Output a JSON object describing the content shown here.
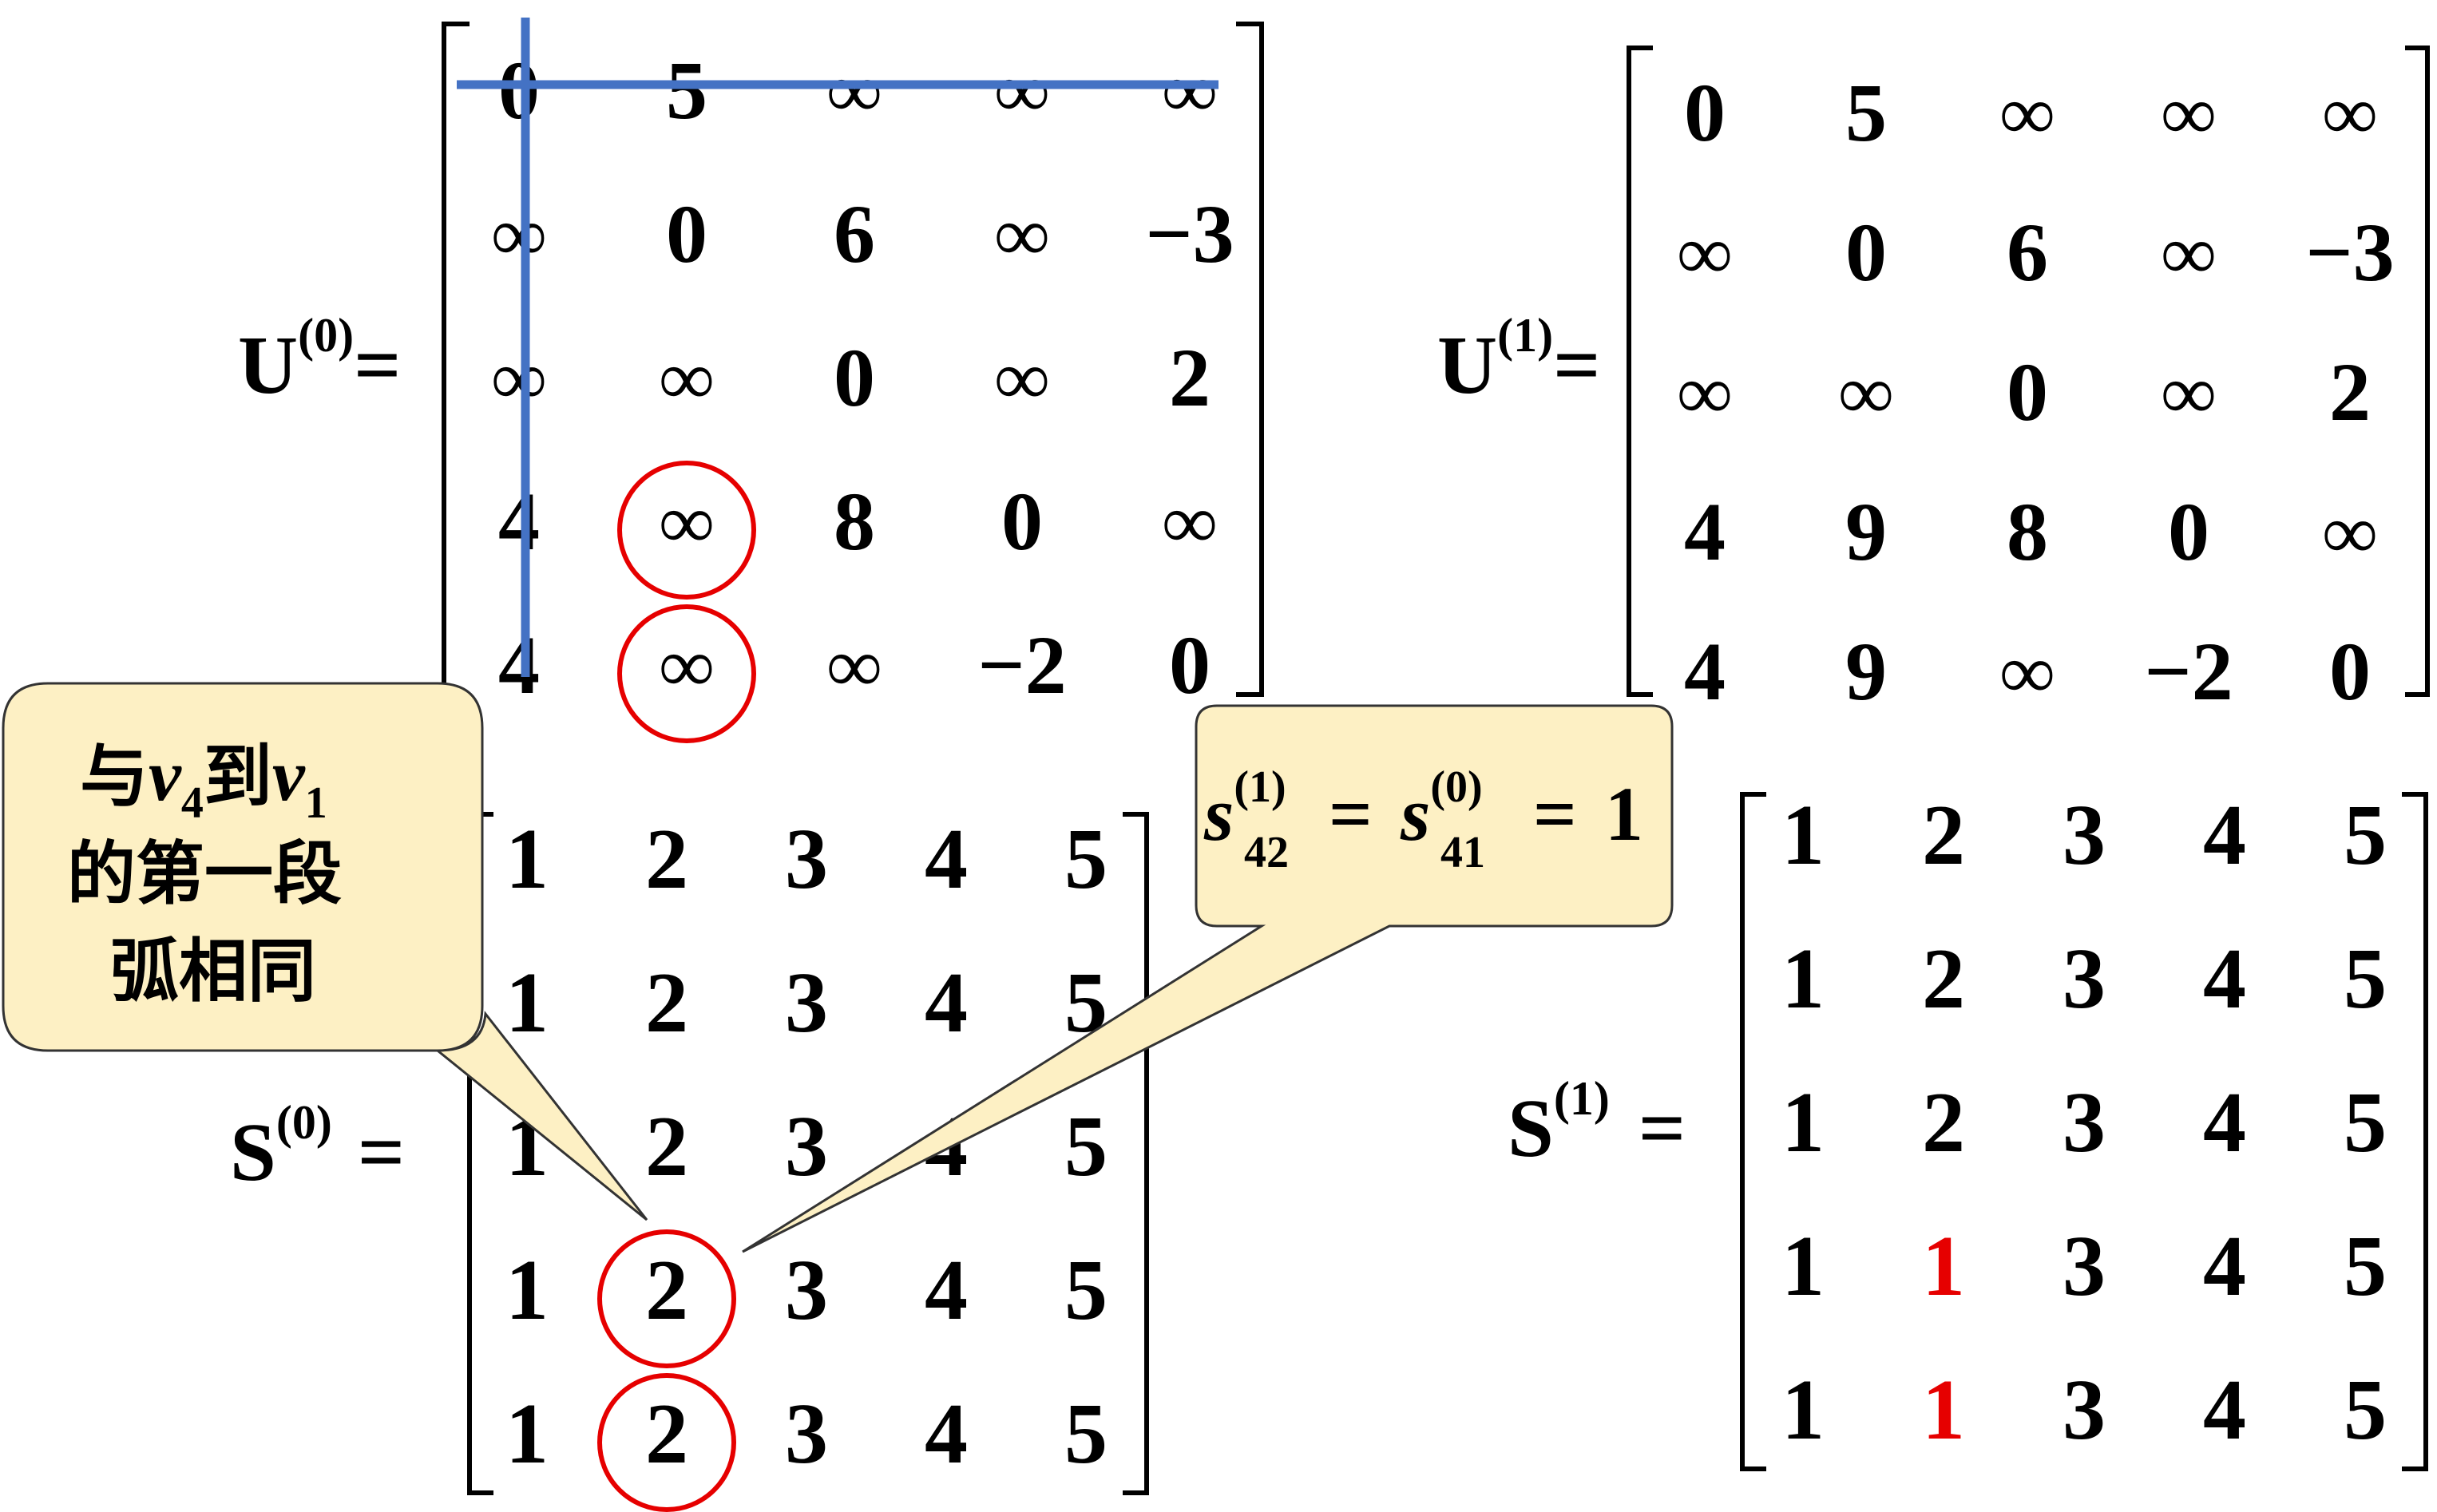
{
  "colors": {
    "text": "#000000",
    "highlight_red": "#e60000",
    "line_blue": "#4472c4",
    "callout_fill": "#fdf0c4",
    "callout_stroke": "#333333"
  },
  "matrices": [
    {
      "id": "u0",
      "symbol": "U",
      "superscript": "(0)",
      "equals": "=",
      "rows": [
        [
          "0",
          "5",
          "∞",
          "∞",
          "∞"
        ],
        [
          "∞",
          "0",
          "6",
          "∞",
          "−3"
        ],
        [
          "∞",
          "∞",
          "0",
          "∞",
          "2"
        ],
        [
          "4",
          "∞",
          "8",
          "0",
          "∞"
        ],
        [
          "4",
          "∞",
          "∞",
          "−2",
          "0"
        ]
      ],
      "circled_cells": [
        [
          3,
          1
        ],
        [
          4,
          1
        ]
      ],
      "red_cells": []
    },
    {
      "id": "u1",
      "symbol": "U",
      "superscript": "(1)",
      "equals": "=",
      "rows": [
        [
          "0",
          "5",
          "∞",
          "∞",
          "∞"
        ],
        [
          "∞",
          "0",
          "6",
          "∞",
          "−3"
        ],
        [
          "∞",
          "∞",
          "0",
          "∞",
          "2"
        ],
        [
          "4",
          "9",
          "8",
          "0",
          "∞"
        ],
        [
          "4",
          "9",
          "∞",
          "−2",
          "0"
        ]
      ],
      "circled_cells": [],
      "red_cells": []
    },
    {
      "id": "s0",
      "symbol": "S",
      "superscript": "(0)",
      "equals": "=",
      "rows": [
        [
          "1",
          "2",
          "3",
          "4",
          "5"
        ],
        [
          "1",
          "2",
          "3",
          "4",
          "5"
        ],
        [
          "1",
          "2",
          "3",
          "4",
          "5"
        ],
        [
          "1",
          "2",
          "3",
          "4",
          "5"
        ],
        [
          "1",
          "2",
          "3",
          "4",
          "5"
        ]
      ],
      "circled_cells": [
        [
          3,
          1
        ],
        [
          4,
          1
        ]
      ],
      "red_cells": []
    },
    {
      "id": "s1",
      "symbol": "S",
      "superscript": "(1)",
      "equals": "=",
      "rows": [
        [
          "1",
          "2",
          "3",
          "4",
          "5"
        ],
        [
          "1",
          "2",
          "3",
          "4",
          "5"
        ],
        [
          "1",
          "2",
          "3",
          "4",
          "5"
        ],
        [
          "1",
          "1",
          "3",
          "4",
          "5"
        ],
        [
          "1",
          "1",
          "3",
          "4",
          "5"
        ]
      ],
      "circled_cells": [],
      "red_cells": [
        [
          3,
          1
        ],
        [
          4,
          1
        ]
      ]
    }
  ],
  "callout_left": {
    "line1_a": "与",
    "line1_v": "v",
    "line1_sub_a": "4",
    "line1_b": "到",
    "line1_v2": "v",
    "line1_sub_b": "1",
    "line2": "的第一段",
    "line3": "弧相同"
  },
  "callout_right": {
    "s_a": "s",
    "sup_a": "(1)",
    "sub_a": "42",
    "eq1": "=",
    "s_b": "s",
    "sup_b": "(0)",
    "sub_b": "41",
    "eq2": "=",
    "value": "1"
  }
}
